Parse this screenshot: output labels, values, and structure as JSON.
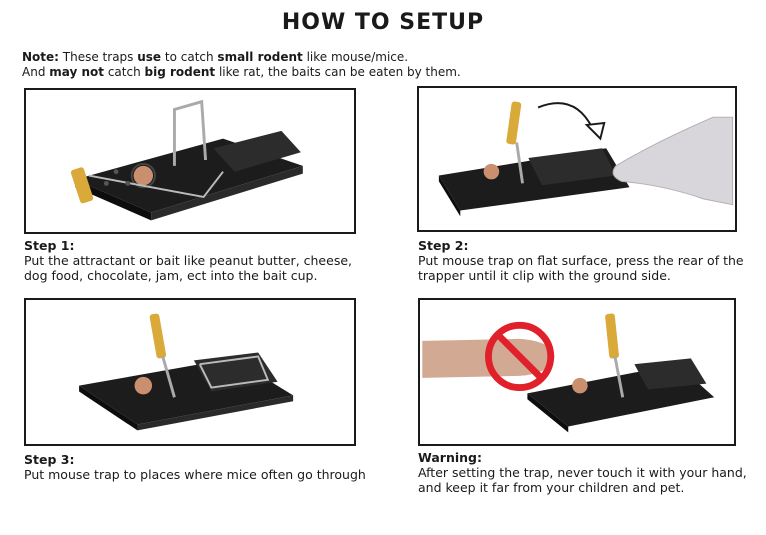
{
  "title": "HOW TO SETUP",
  "note": {
    "label": "Note:",
    "t1": " These traps ",
    "b1": "use",
    "t2": " to catch ",
    "b2": "small rodent",
    "t3": " like mouse/mice.",
    "t4": "And ",
    "b3": "may not",
    "t5": " catch ",
    "b4": "big rodent",
    "t6": " like rat, the baits can be eaten by them."
  },
  "steps": [
    {
      "label": "Step 1:",
      "text": "Put the attractant or bait like peanut butter, cheese, dog food, chocolate, jam, ect into the bait cup."
    },
    {
      "label": "Step 2:",
      "text": "Put mouse trap on flat surface, press the rear of the trapper until it clip with the ground side."
    },
    {
      "label": "Step 3:",
      "text": "Put mouse trap to places where mice often go through"
    },
    {
      "label": "Warning:",
      "text": "After setting the trap, never touch it with your hand, and keep it far from your children and pet."
    }
  ],
  "colors": {
    "trap_body": "#1c1c1c",
    "handle": "#d9a93a",
    "prohibition": "#e0202a",
    "bait": "#c98f6e"
  }
}
